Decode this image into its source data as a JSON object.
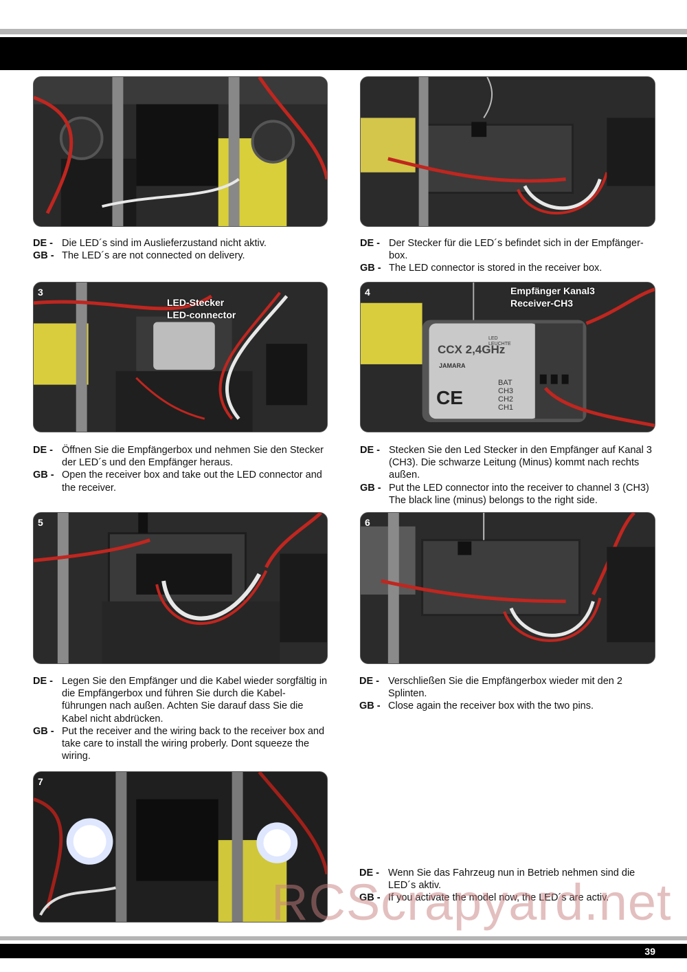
{
  "page": {
    "number": "39"
  },
  "steps": [
    {
      "num": "",
      "de": "Die LED´s sind im Auslieferzustand nicht aktiv.",
      "gb": "The LED´s are not connected on delivery."
    },
    {
      "num": "",
      "de": "Der Stecker für die LED´s befindet sich in der Empfänger-box.",
      "gb": "The LED connector is stored in the receiver box."
    },
    {
      "num": "3",
      "label1": "LED-Stecker",
      "label2": "LED-connector",
      "de": "Öffnen Sie die Empfängerbox und nehmen Sie den Stecker der LED´s und den Empfänger heraus.",
      "gb": "Open the receiver box and take out the LED connector and the receiver."
    },
    {
      "num": "4",
      "label1": "Empfänger Kanal3",
      "label2": "Receiver-CH3",
      "receiver_brand": "CCX 2,4GHz",
      "receiver_maker": "JAMARA",
      "receiver_led": "LED LEUCHTE",
      "receiver_channels": [
        "BAT",
        "CH3",
        "CH2",
        "CH1"
      ],
      "de": "Stecken Sie den Led Stecker in den Empfänger auf Kanal 3 (CH3). Die schwarze Leitung (Minus) kommt nach rechts außen.",
      "gb": "Put the LED connector into the receiver to channel 3 (CH3) The black line (minus) belongs to the right side."
    },
    {
      "num": "5",
      "de": "Legen Sie den Empfänger und die Kabel wieder sorgfältig in die Empfängerbox und führen Sie durch die Kabel-führungen nach außen. Achten Sie darauf dass Sie die Kabel nicht abdrücken.",
      "gb": "Put the receiver and the wiring back to the receiver box and take care to install the wiring proberly. Dont squeeze the wiring."
    },
    {
      "num": "6",
      "de": "Verschließen Sie die Empfängerbox wieder mit den 2 Splinten.",
      "gb": "Close again the receiver box with the two pins."
    },
    {
      "num": "7",
      "de": "Wenn Sie das Fahrzeug nun in Betrieb nehmen sind die LED´s aktiv.",
      "gb": "If you activate the model now, the LED´s are activ."
    }
  ],
  "lang": {
    "de": "DE -",
    "gb": "GB -"
  },
  "watermark": "RCScrapyard.net"
}
